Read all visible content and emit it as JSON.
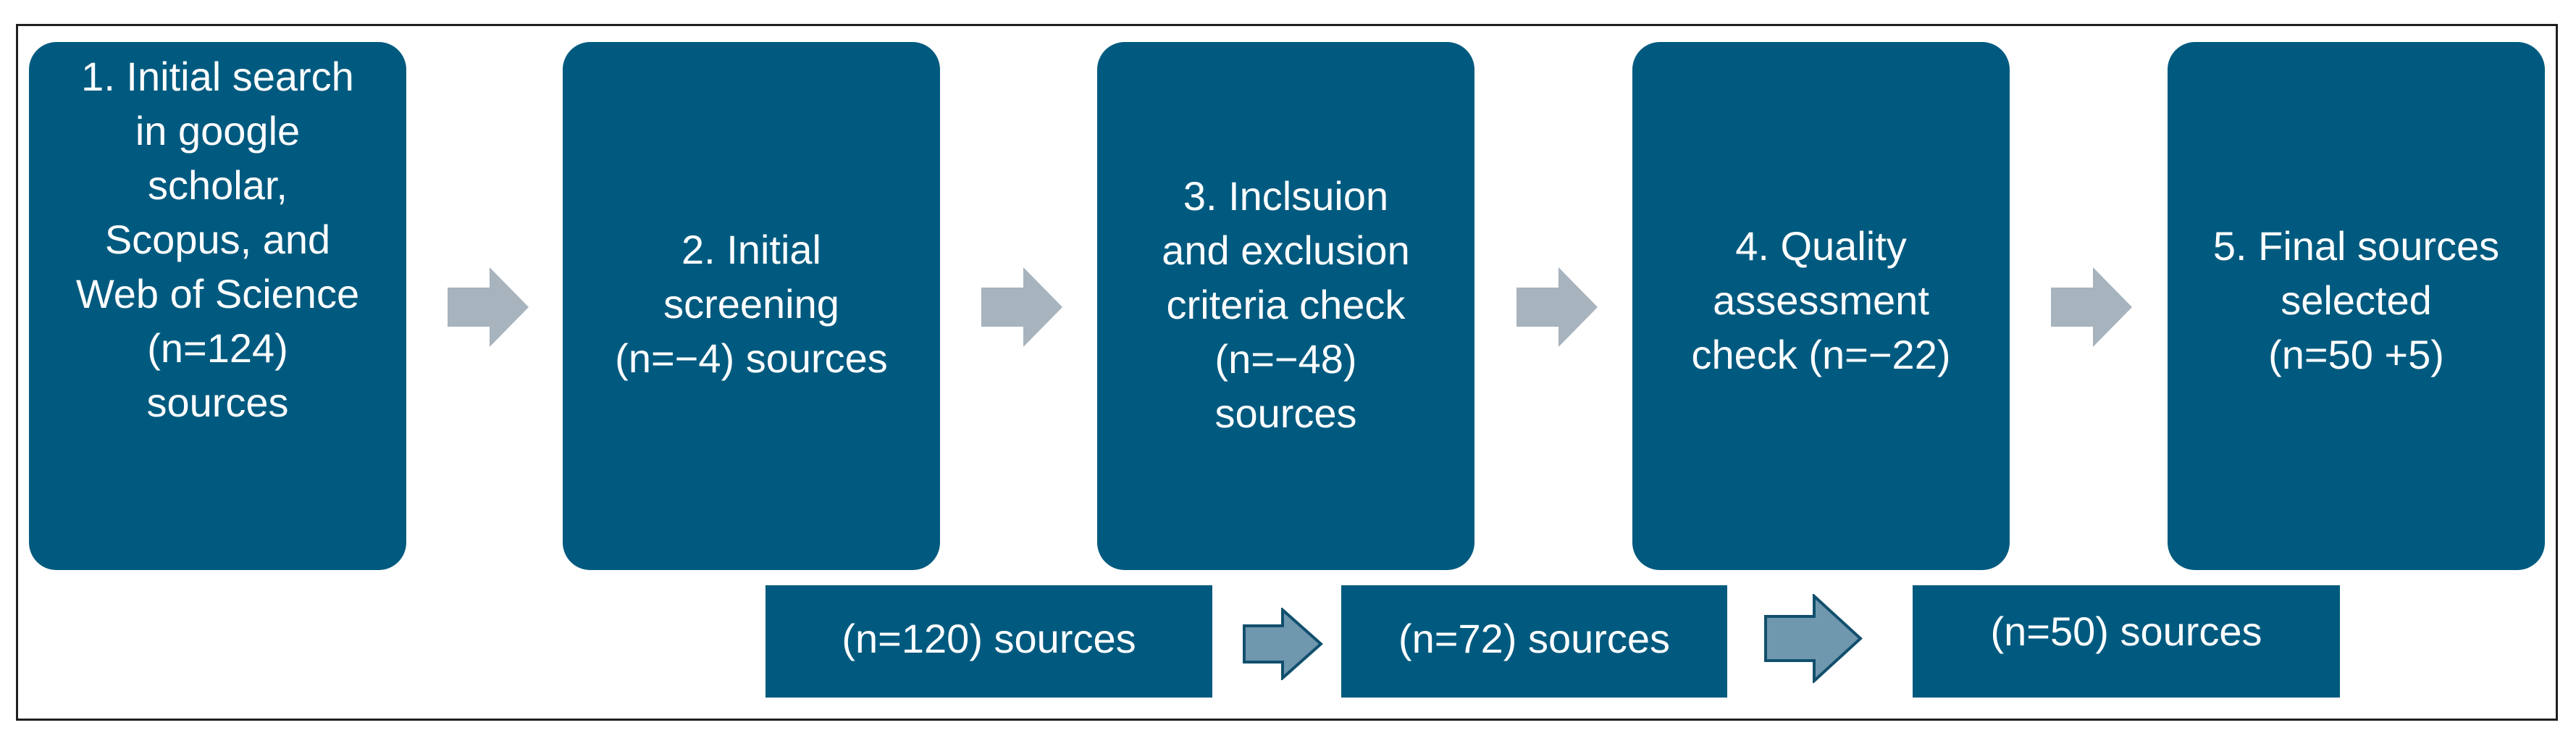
{
  "steps": [
    {
      "id": "initial-search",
      "text": "1. Initial search\nin google\nscholar,\nScopus, and\nWeb of Science\n(n=124)\nsources"
    },
    {
      "id": "initial-screening",
      "text": "2. Initial\nscreening\n(n=−4) sources"
    },
    {
      "id": "inclusion-exclusion",
      "text": "3. Inclsuion\nand exclusion\ncriteria check\n(n=−48)\nsources"
    },
    {
      "id": "quality-assessment",
      "text": "4. Quality\nassessment\ncheck (n=−22)"
    },
    {
      "id": "final-sources",
      "text": "5. Final sources\nselected\n(n=50 +5)"
    }
  ],
  "counts": [
    "(n=120) sources",
    "(n=72) sources",
    "(n=50) sources"
  ],
  "colors": {
    "box_fill": "#005a7f",
    "box_text": "#ffffff",
    "gray_arrow": "#a7b3bd",
    "blue_arrow_fill": "#6f97ae",
    "blue_arrow_stroke": "#114f6d",
    "frame_border": "#1f1f1f"
  },
  "icons": {
    "process_arrow": "right-arrow-icon",
    "transition_arrow": "right-arrow-icon"
  }
}
